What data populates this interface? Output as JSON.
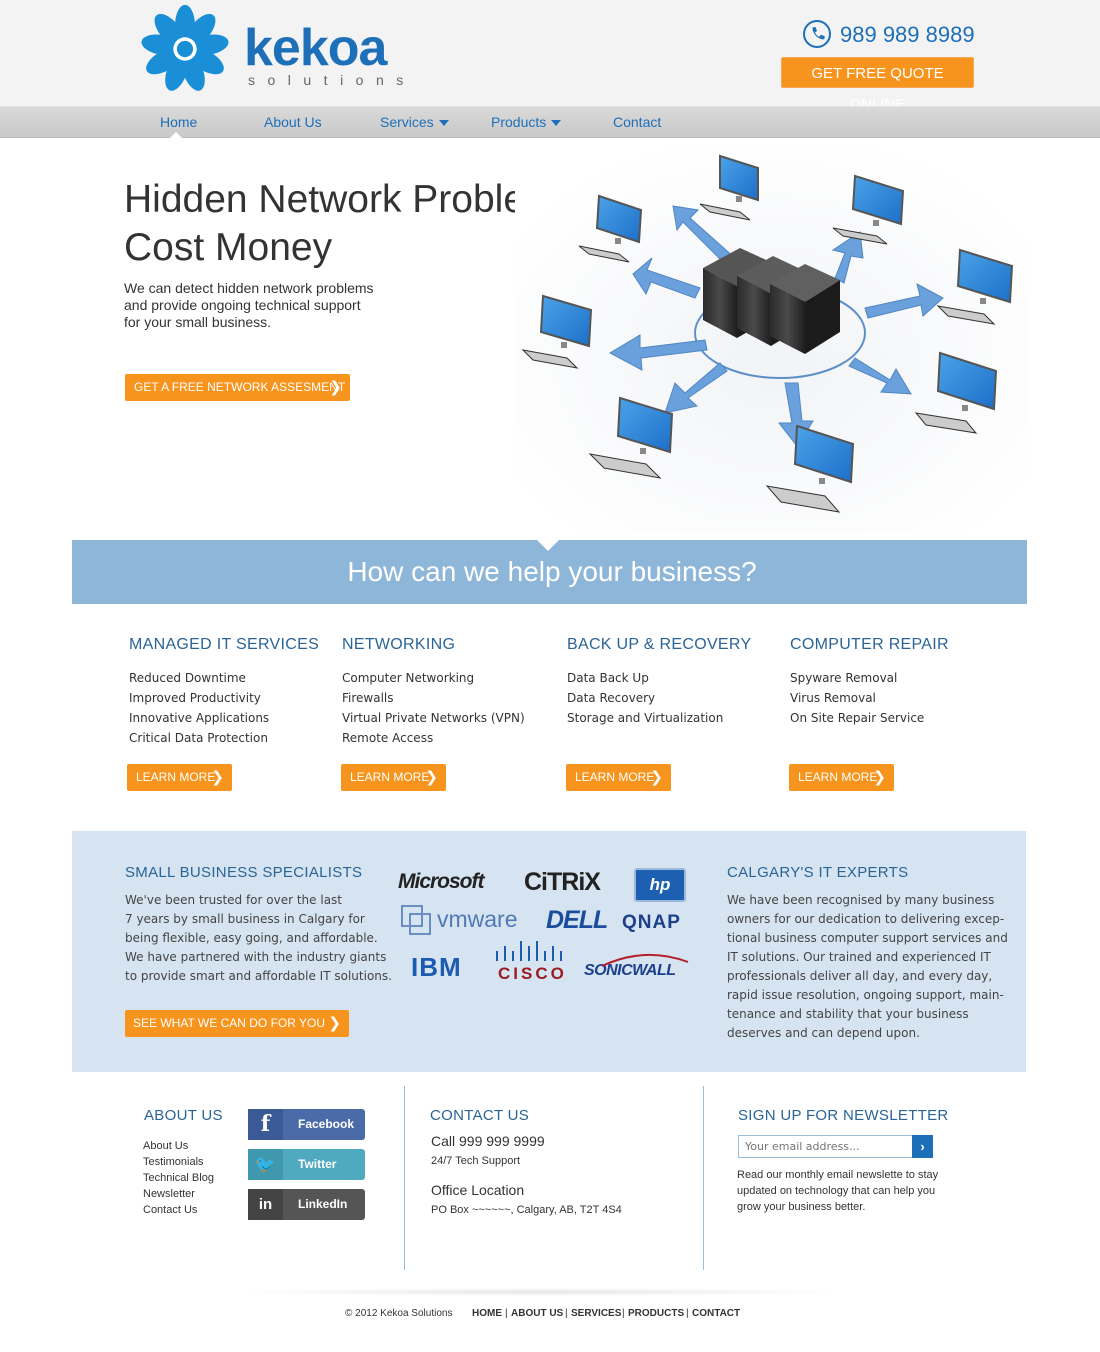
{
  "header": {
    "logo_name": "kekoa",
    "logo_sub": "solutions",
    "phone": "989 989 8989",
    "quote_button": "GET FREE QUOTE ONLINE"
  },
  "nav": {
    "items": [
      {
        "label": "Home",
        "active": true
      },
      {
        "label": "About Us"
      },
      {
        "label": "Services",
        "dropdown": true
      },
      {
        "label": "Products",
        "dropdown": true
      },
      {
        "label": "Contact"
      }
    ]
  },
  "hero": {
    "title_line1": "Hidden Network Problems",
    "title_line2": "Cost Money",
    "text_line1": "We can detect hidden network problems",
    "text_line2": "and provide ongoing technical support",
    "text_line3": "for your small business.",
    "button": "GET A FREE NETWORK ASSESMENT"
  },
  "help": {
    "title": "How can we help your business?"
  },
  "services": [
    {
      "title": "MANAGED IT SERVICES",
      "items": [
        "Reduced Downtime",
        "Improved Productivity",
        "Innovative Applications",
        "Critical Data Protection"
      ],
      "button": "LEARN MORE"
    },
    {
      "title": "NETWORKING",
      "items": [
        "Computer Networking",
        "Firewalls",
        "Virtual Private Networks (VPN)",
        "Remote Access"
      ],
      "button": "LEARN MORE"
    },
    {
      "title": "BACK UP & RECOVERY",
      "items": [
        "Data Back Up",
        "Data Recovery",
        "Storage and Virtualization"
      ],
      "button": "LEARN MORE"
    },
    {
      "title": "COMPUTER REPAIR",
      "items": [
        "Spyware Removal",
        "Virus Removal",
        "On Site Repair Service"
      ],
      "button": "LEARN MORE"
    }
  ],
  "specialists": {
    "title": "SMALL BUSINESS SPECIALISTS",
    "lines": [
      "We've been trusted for over the last",
      "7 years by small business in Calgary for",
      "being flexible, easy going, and affordable.",
      "We have partnered with the industry giants",
      "to provide smart and affordable IT solutions."
    ],
    "button": "SEE WHAT WE CAN DO FOR YOU"
  },
  "brands": [
    "Microsoft",
    "CiTRiX",
    "hp",
    "vmware",
    "DELL",
    "QNAP",
    "IBM",
    "CISCO",
    "SONICWALL"
  ],
  "experts": {
    "title": "CALGARY'S IT EXPERTS",
    "lines": [
      "We have been recognised by many business",
      "owners for our dedication to delivering excep-",
      "tional business computer support services and",
      "IT solutions. Our trained and experienced IT",
      "professionals deliver all day, and every day,",
      "rapid issue resolution, ongoing support, main-",
      "tenance and stability that your business",
      "deserves and can depend upon."
    ]
  },
  "footer": {
    "about_title": "ABOUT US",
    "about_links": [
      "About Us",
      "Testimonials",
      "Technical Blog",
      "Newsletter",
      "Contact Us"
    ],
    "social": [
      {
        "label": "Facebook",
        "icon": "facebook-icon",
        "color": "#4a6aa8"
      },
      {
        "label": "Twitter",
        "icon": "twitter-icon",
        "color": "#4fa9bf"
      },
      {
        "label": "LinkedIn",
        "icon": "linkedin-icon",
        "color": "#555555"
      }
    ],
    "contact_title": "CONTACT US",
    "call": "Call 999 999 9999",
    "support": "24/7 Tech Support",
    "office_title": "Office Location",
    "office_address": "PO Box ~~~~~~, Calgary, AB, T2T 4S4",
    "newsletter_title": "SIGN UP FOR NEWSLETTER",
    "email_placeholder": "Your email address...",
    "newsletter_lines": [
      "Read our monthly email newslette to stay",
      "updated on technology that can help you",
      "grow your business better."
    ],
    "copyright": "© 2012 Kekoa Solutions",
    "bottom_links": [
      "HOME",
      "ABOUT US",
      "SERVICES",
      "PRODUCTS",
      "CONTACT"
    ]
  },
  "colors": {
    "brand_blue": "#1d6fb8",
    "accent_orange": "#f7941d",
    "band_blue": "#8db6d8",
    "light_band": "#d5e4f0"
  }
}
